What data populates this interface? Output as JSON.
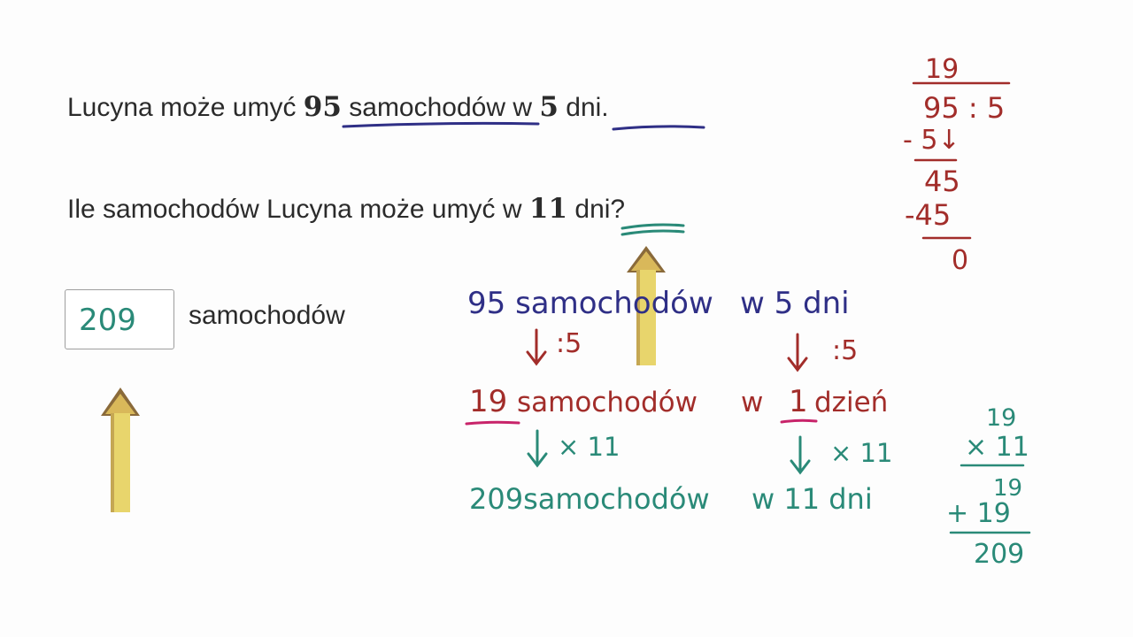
{
  "problem": {
    "line1": {
      "part1": "Lucyna może umyć ",
      "num1": "95",
      "part2": " samochodów w ",
      "num2": "5",
      "part3": " dni."
    },
    "line2": {
      "part1": "Ile samochodów Lucyna może umyć w ",
      "num1": "11",
      "part2": " dni?"
    }
  },
  "answer": {
    "value": "209",
    "unit": "samochodów"
  },
  "work": {
    "row1": {
      "left": "95 samochodów",
      "right": "w 5 dni"
    },
    "op1": {
      "left": ":5",
      "right": ":5"
    },
    "row2": {
      "num": "19",
      "left": "samochodów",
      "w": "w",
      "num_right": "1",
      "right": "dzień"
    },
    "op2": {
      "left": "× 11",
      "right": "× 11"
    },
    "row3": {
      "left": "209samochodów",
      "right": "w 11 dni"
    }
  },
  "division": {
    "quotient": "19",
    "dividend": "95 : 5",
    "step1": "- 5↓",
    "remainder1": "45",
    "step2": "-45",
    "remainder2": "0"
  },
  "multiplication": {
    "top": "19",
    "multiplier": "× 11",
    "partial1": "19",
    "partial2": "+ 19",
    "result": "209"
  },
  "colors": {
    "navy": "#2f2f86",
    "red": "#a22d2a",
    "teal": "#2a8a78",
    "magenta": "#c8246a",
    "arrow_fill": "#e6d16a",
    "arrow_tip": "#8a6a3a"
  }
}
